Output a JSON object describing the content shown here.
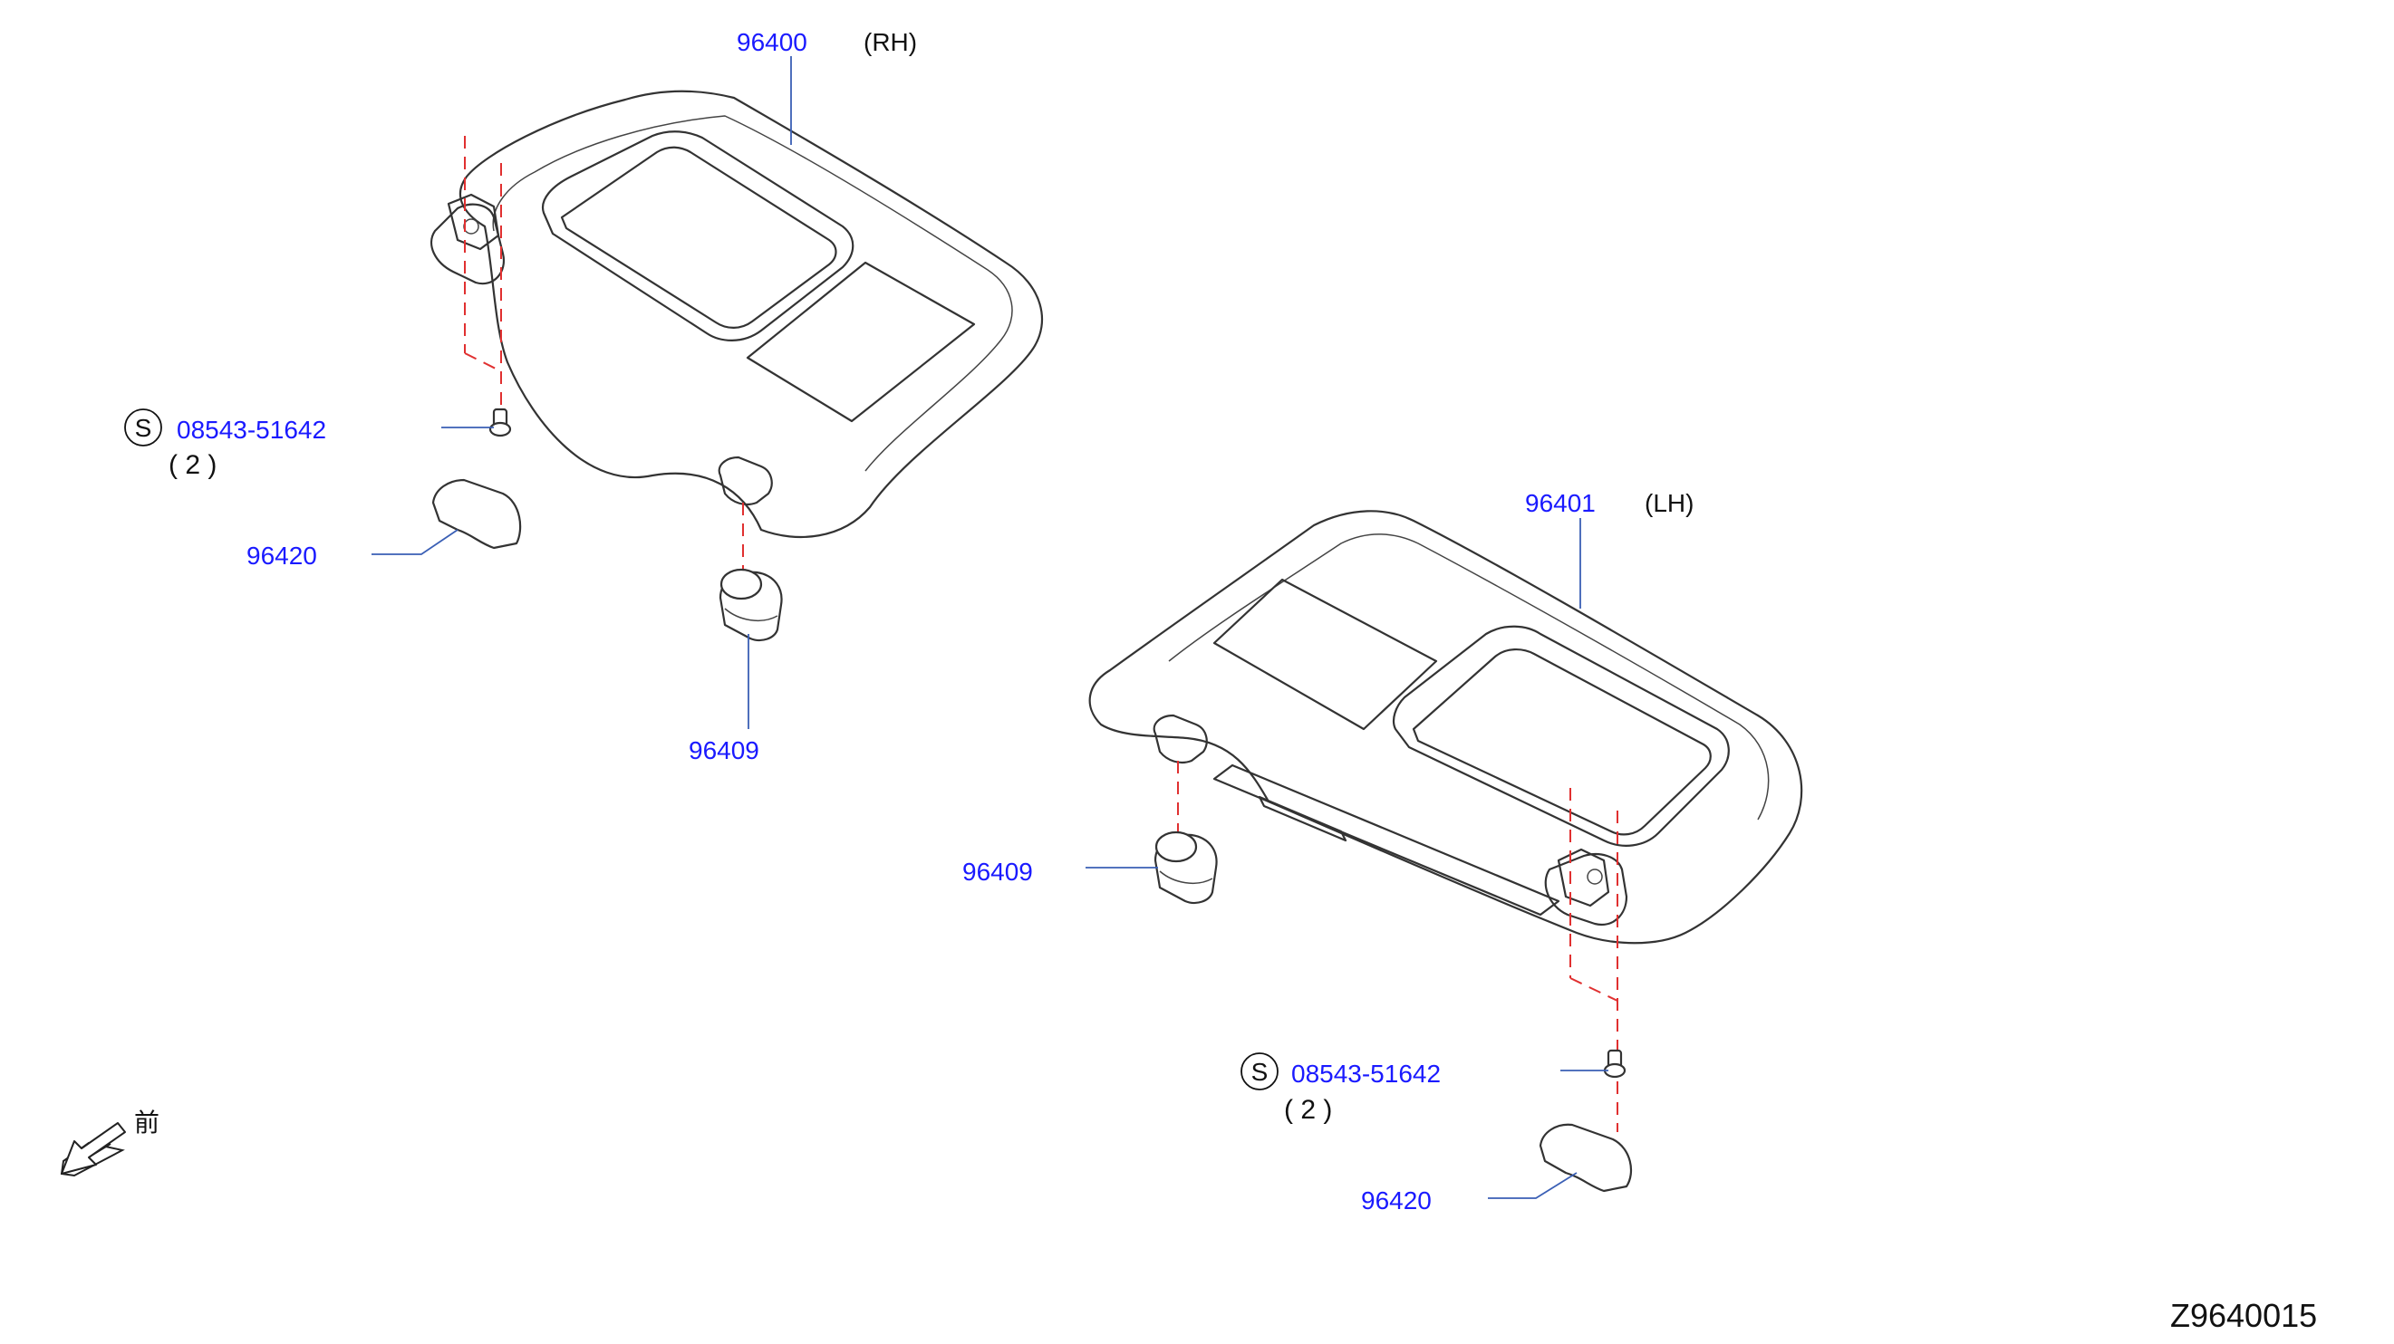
{
  "colors": {
    "part_number": "#1a1aff",
    "leader": "#3a5fb5",
    "dashed_guide": "#e03030",
    "outline": "#333333"
  },
  "icons": {
    "standard_part_marker": "circled-letter-s",
    "front_direction": "arrow-down-left"
  },
  "right_visor": {
    "part_number": "96400",
    "side": "(RH)"
  },
  "left_visor": {
    "part_number": "96401",
    "side": "(LH)"
  },
  "right_assembly": {
    "screw_marker": "S",
    "screw_part": "08543-51642",
    "screw_qty": "( 2 )",
    "cover_part": "96420",
    "holder_part": "96409"
  },
  "left_assembly": {
    "screw_marker": "S",
    "screw_part": "08543-51642",
    "screw_qty": "( 2 )",
    "cover_part": "96420",
    "holder_part": "96409"
  },
  "front_label": "前",
  "diagram_code": "Z9640015"
}
